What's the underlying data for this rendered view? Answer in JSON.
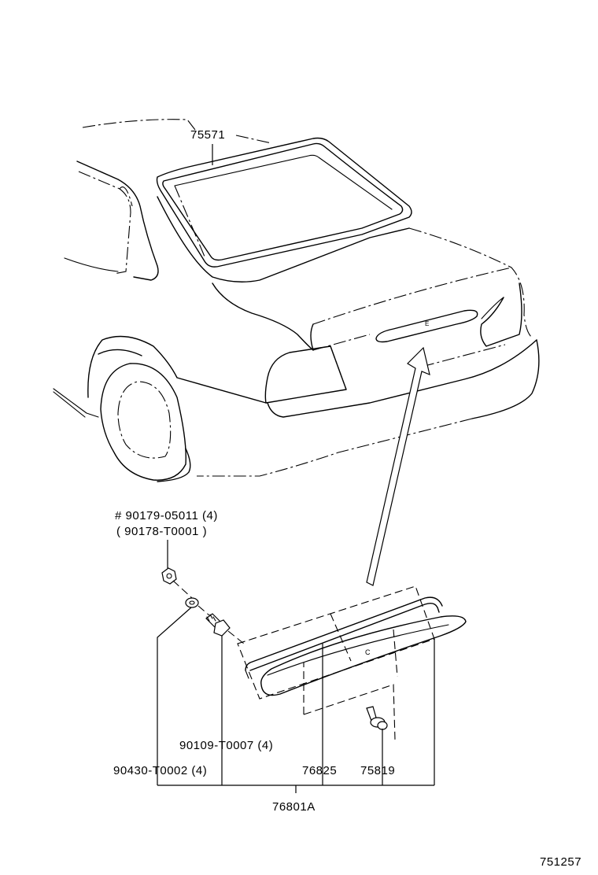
{
  "diagram": {
    "figure_number": "751257",
    "parts": [
      {
        "id": "rear-window-molding",
        "label": "75571"
      },
      {
        "id": "nut-part",
        "label": "# 90179-05011 (4)"
      },
      {
        "id": "nut-alt",
        "label": "( 90178-T0001 )"
      },
      {
        "id": "screw",
        "label": "90109-T0007 (4)"
      },
      {
        "id": "washer",
        "label": "90430-T0002 (4)"
      },
      {
        "id": "garnish",
        "label": "76825"
      },
      {
        "id": "clip",
        "label": "75819"
      },
      {
        "id": "spoiler-assy",
        "label": "76801A"
      }
    ]
  }
}
